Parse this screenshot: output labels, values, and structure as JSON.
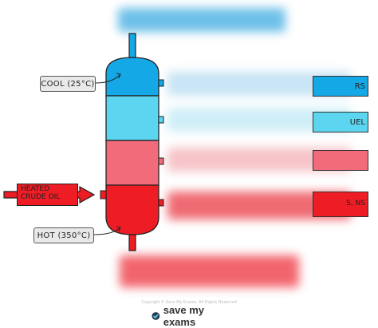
{
  "labels": {
    "cool": "COOL (25°C)",
    "hot": "HOT (350°C)",
    "input": "HEATED CRUDE OIL"
  },
  "right_labels": [
    {
      "text": "RS",
      "color": "#14a8e6"
    },
    {
      "text": "UEL",
      "color": "#5cd6f0"
    },
    {
      "text": "",
      "color": "#f26b7a"
    },
    {
      "text": "S, NS",
      "color": "#ee1c24"
    }
  ],
  "footer": {
    "copyright": "Copyright © Save My Exams. All Rights Reserved",
    "brand": "save my exams"
  },
  "colors": {
    "cool_section": "#14a8e6",
    "light_blue_section": "#5cd6f0",
    "pink_section": "#f26b7a",
    "hot_section": "#ee1c24"
  }
}
